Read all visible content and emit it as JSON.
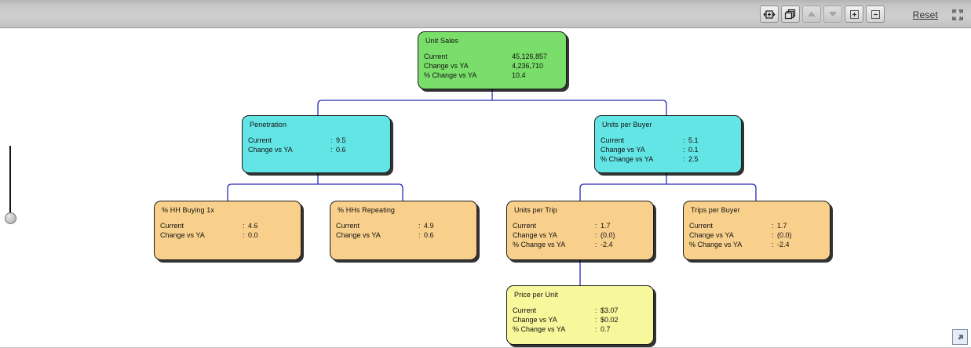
{
  "toolbar": {
    "buttons": [
      {
        "name": "fit-width-button",
        "icon": "fit-width-icon",
        "disabled": false
      },
      {
        "name": "duplicate-button",
        "icon": "duplicate-icon",
        "disabled": false
      },
      {
        "name": "scroll-up-button",
        "icon": "triangle-up-icon",
        "disabled": true
      },
      {
        "name": "scroll-down-button",
        "icon": "triangle-down-icon",
        "disabled": true
      },
      {
        "name": "zoom-in-button",
        "icon": "plus-square-icon",
        "disabled": false
      },
      {
        "name": "zoom-out-button",
        "icon": "minus-square-icon",
        "disabled": false
      }
    ],
    "reset_label": "Reset",
    "expand_icon": "expand-arrows-icon"
  },
  "zoom_slider": {
    "icon": "zoom-slider-handle"
  },
  "resize": {
    "icon": "resize-arrow-icon"
  },
  "colors": {
    "green": "#7ade6a",
    "cyan": "#64e5e5",
    "orange": "#f8d08c",
    "yellow": "#f7f79b",
    "connector": "#2b2bbb"
  },
  "chart_data": {
    "type": "diagram",
    "title": "Unit Sales driver decomposition tree",
    "nodes": [
      {
        "id": "unit-sales",
        "title": "Unit Sales",
        "color": "green",
        "rows": [
          {
            "label": "Current",
            "sep": "",
            "value": "45,126,857"
          },
          {
            "label": "Change vs YA",
            "sep": "",
            "value": "4,236,710"
          },
          {
            "label": "% Change vs YA",
            "sep": "",
            "value": "10.4"
          }
        ]
      },
      {
        "id": "penetration",
        "title": "Penetration",
        "color": "cyan",
        "rows": [
          {
            "label": "Current",
            "sep": ":",
            "value": "9.5"
          },
          {
            "label": "Change vs YA",
            "sep": ":",
            "value": "0.6"
          }
        ]
      },
      {
        "id": "units-per-buyer",
        "title": "Units per Buyer",
        "color": "cyan",
        "rows": [
          {
            "label": "Current",
            "sep": ":",
            "value": "5.1"
          },
          {
            "label": "Change vs YA",
            "sep": ":",
            "value": "0.1"
          },
          {
            "label": "% Change vs YA",
            "sep": ":",
            "value": "2.5"
          }
        ]
      },
      {
        "id": "pct-hh-buying-1x",
        "title": "% HH Buying 1x",
        "color": "orange",
        "rows": [
          {
            "label": "Current",
            "sep": ":",
            "value": "4.6"
          },
          {
            "label": "Change vs YA",
            "sep": ":",
            "value": "0.0"
          }
        ]
      },
      {
        "id": "pct-hhs-repeating",
        "title": "% HHs Repeating",
        "color": "orange",
        "rows": [
          {
            "label": "Current",
            "sep": ":",
            "value": "4.9"
          },
          {
            "label": "Change vs YA",
            "sep": ":",
            "value": "0.6"
          }
        ]
      },
      {
        "id": "units-per-trip",
        "title": "Units per Trip",
        "color": "orange",
        "rows": [
          {
            "label": "Current",
            "sep": ":",
            "value": "1.7"
          },
          {
            "label": "Change vs YA",
            "sep": ":",
            "value": "(0.0)"
          },
          {
            "label": "% Change vs YA",
            "sep": ":",
            "value": "-2.4"
          }
        ]
      },
      {
        "id": "trips-per-buyer",
        "title": "Trips per Buyer",
        "color": "orange",
        "rows": [
          {
            "label": "Current",
            "sep": ":",
            "value": "1.7"
          },
          {
            "label": "Change vs YA",
            "sep": ":",
            "value": "(0.0)"
          },
          {
            "label": "% Change vs YA",
            "sep": ":",
            "value": "-2.4"
          }
        ]
      },
      {
        "id": "price-per-unit",
        "title": "Price per Unit",
        "color": "yellow",
        "rows": [
          {
            "label": "Current",
            "sep": ":",
            "value": "$3.07"
          },
          {
            "label": "Change vs YA",
            "sep": ":",
            "value": "$0.02"
          },
          {
            "label": "% Change vs YA",
            "sep": ":",
            "value": "0.7"
          }
        ]
      }
    ],
    "edges": [
      {
        "from": "unit-sales",
        "to": "penetration"
      },
      {
        "from": "unit-sales",
        "to": "units-per-buyer"
      },
      {
        "from": "penetration",
        "to": "pct-hh-buying-1x"
      },
      {
        "from": "penetration",
        "to": "pct-hhs-repeating"
      },
      {
        "from": "units-per-buyer",
        "to": "units-per-trip"
      },
      {
        "from": "units-per-buyer",
        "to": "trips-per-buyer"
      },
      {
        "from": "units-per-trip",
        "to": "price-per-unit"
      }
    ]
  }
}
